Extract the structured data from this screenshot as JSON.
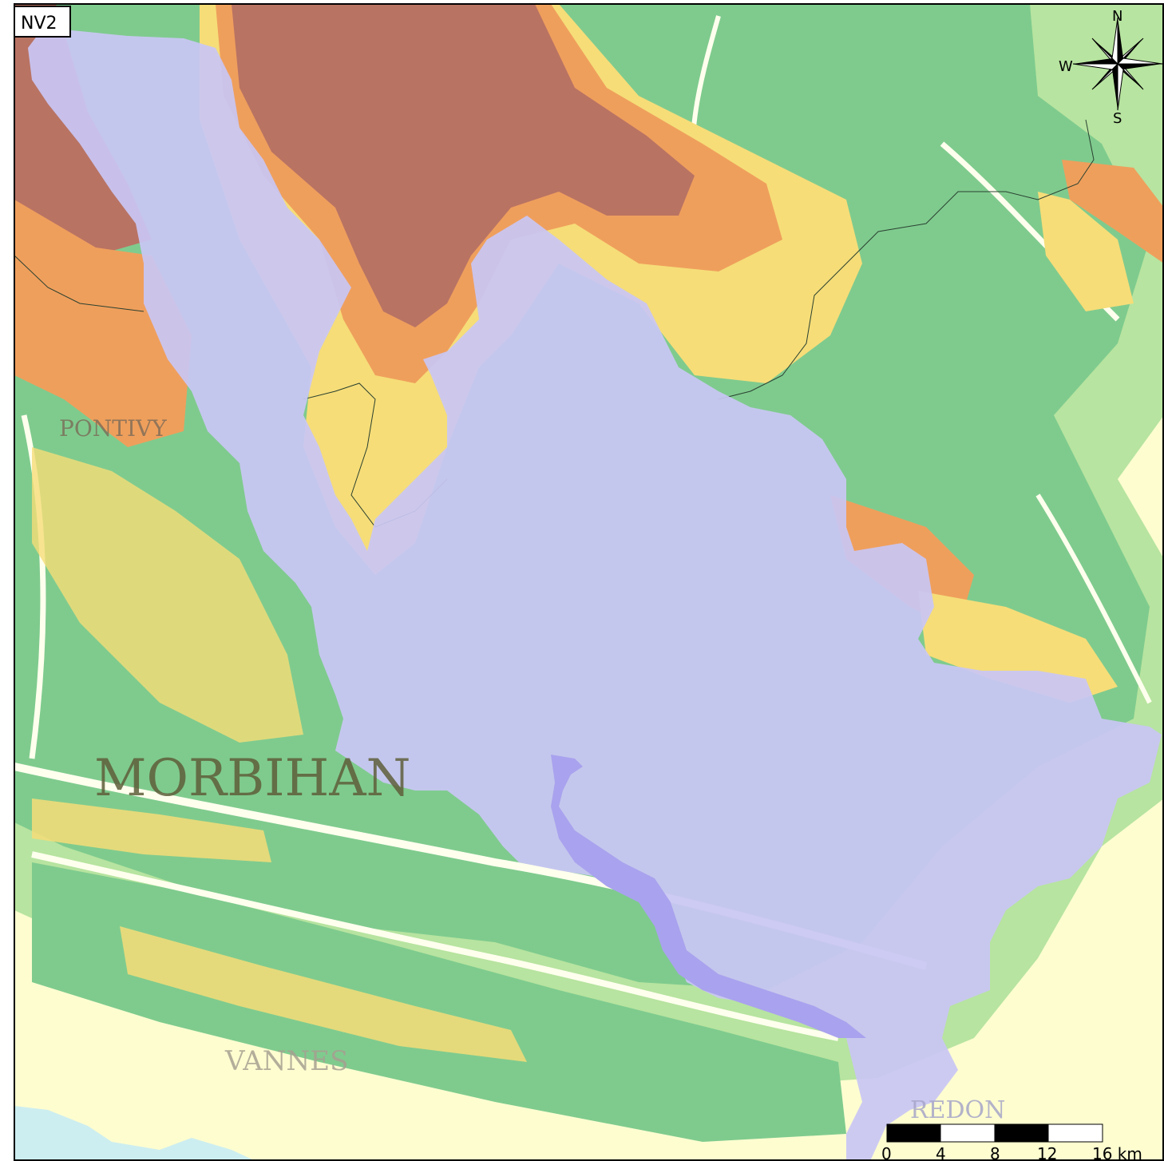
{
  "map": {
    "panel_label": "NV2",
    "places": {
      "pontivy": "PONTIVY",
      "morbihan": "MORBIHAN",
      "vannes": "VANNES",
      "redon": "REDON"
    },
    "compass": {
      "north": "N",
      "south": "S",
      "west": "W"
    },
    "scale_bar": {
      "ticks": [
        "0",
        "4",
        "8",
        "12",
        "16 km"
      ]
    },
    "colors": {
      "lowland": "#fdfdd0",
      "low_green": "#b7e4a0",
      "mid_green": "#7fcb8e",
      "yellow": "#f6dd78",
      "orange": "#ef9f5c",
      "high": "#b97363",
      "basin": "#c9c6f4",
      "lake": "#a9a2ee",
      "sea": "#cdeef0"
    }
  }
}
